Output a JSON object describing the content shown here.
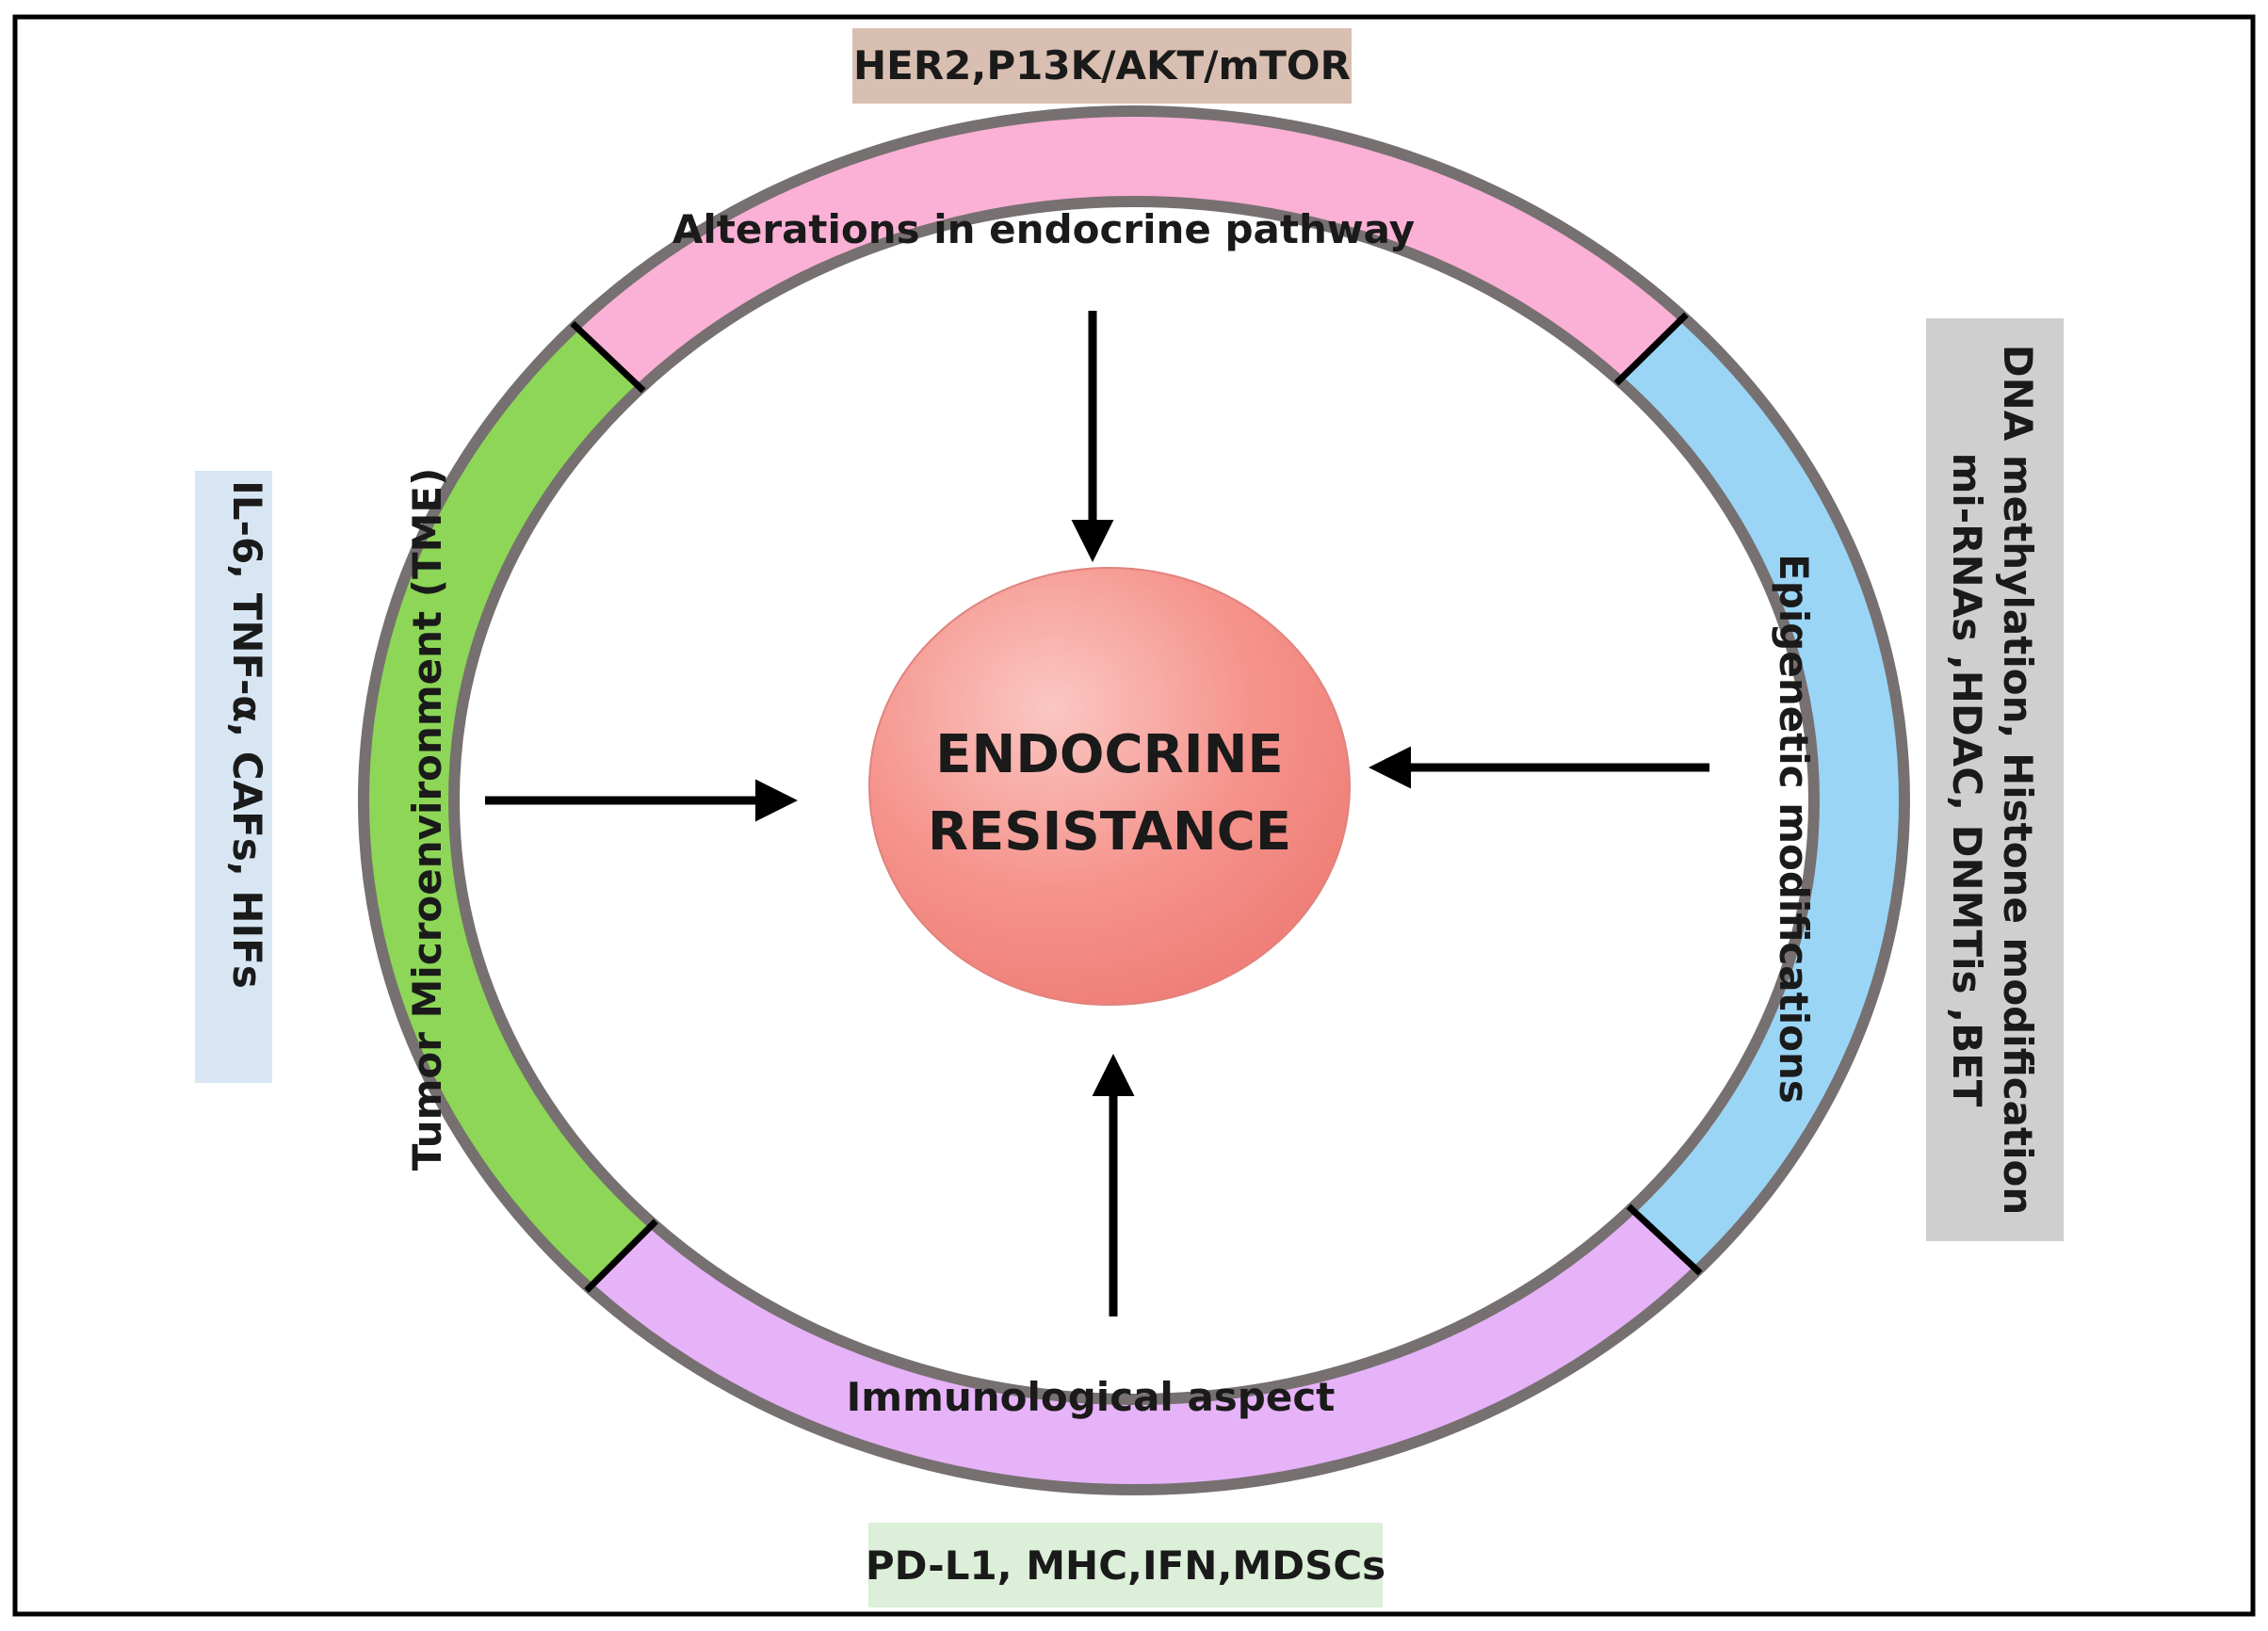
{
  "center": {
    "line1": "ENDOCRINE",
    "line2": "RESISTANCE",
    "color": "#f3867f"
  },
  "segments": {
    "top": {
      "label": "Alterations in endocrine pathway",
      "color": "#fbb0d6"
    },
    "right": {
      "label": "Epigenetic modifications",
      "color": "#9bd5f6"
    },
    "bottom": {
      "label": "Immunological aspect",
      "color": "#e6b2f8"
    },
    "left": {
      "label": "Tumor Microenvironment (TME)",
      "color": "#8dd657"
    }
  },
  "boxes": {
    "top": {
      "text": "HER2,P13K/AKT/mTOR",
      "color": "#d9bfb1"
    },
    "left": {
      "text": "IL-6, TNF-α, CAFs, HIFs",
      "color": "#d8e6f4"
    },
    "right": {
      "line1": "DNA methylation, Histone modification",
      "line2": "mi-RNAs ,HDAC, DNMTis ,BET",
      "color": "#cfcfcf"
    },
    "bottom": {
      "text": "PD-L1, MHC,IFN,MDSCs",
      "color": "#dcefd8"
    }
  },
  "colors": {
    "ring_border": "#767070",
    "arrow": "#000000",
    "frame": "#000000"
  }
}
